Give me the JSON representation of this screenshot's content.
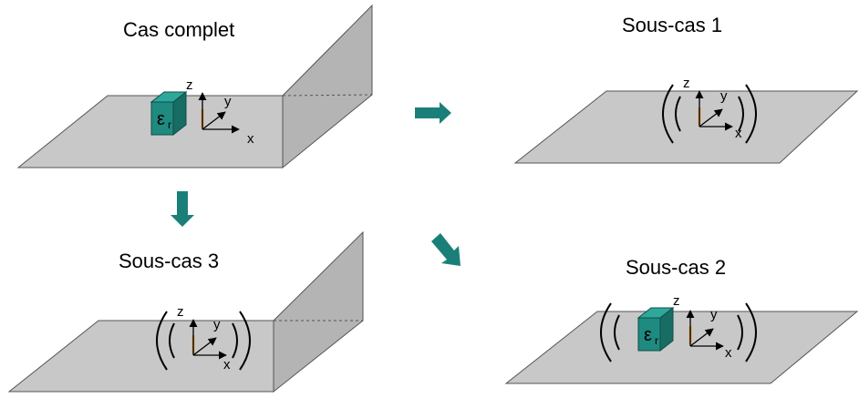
{
  "panels": {
    "complete": {
      "title": "Cas complet",
      "axes": {
        "x": "x",
        "y": "y",
        "z": "z"
      },
      "material": {
        "symbol": "ε",
        "subscript": "r"
      }
    },
    "sub1": {
      "title": "Sous-cas 1",
      "axes": {
        "x": "x",
        "y": "y",
        "z": "z"
      }
    },
    "sub2": {
      "title": "Sous-cas 2",
      "axes": {
        "x": "x",
        "y": "y",
        "z": "z"
      },
      "material": {
        "symbol": "ε",
        "subscript": "r"
      }
    },
    "sub3": {
      "title": "Sous-cas 3",
      "axes": {
        "x": "x",
        "y": "y",
        "z": "z"
      }
    }
  },
  "colors": {
    "plane": "#c8c8c8",
    "wall": "#b4b4b4",
    "material_box": "#1f8a80",
    "arrows": "#1b7f79",
    "source": "#e08a1e"
  }
}
